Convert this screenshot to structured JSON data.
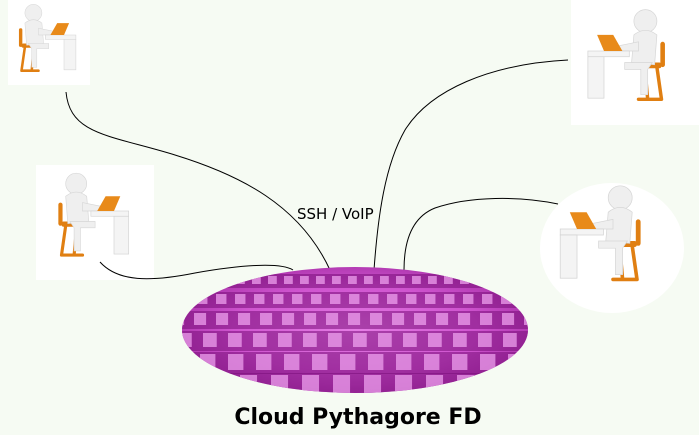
{
  "diagram": {
    "cloud_label": "Cloud Pythagore FD",
    "protocol_label": "SSH / VoIP",
    "colors": {
      "cloud": "#d65cd6",
      "chair": "#e07f12",
      "laptop": "#e88a1a",
      "background": "#f6fbf3"
    },
    "nodes": [
      {
        "id": "user-top-left",
        "icon": "person-at-laptop-icon"
      },
      {
        "id": "user-mid-left",
        "icon": "person-at-laptop-icon"
      },
      {
        "id": "user-top-right",
        "icon": "person-at-laptop-icon"
      },
      {
        "id": "user-mid-right",
        "icon": "person-at-laptop-icon"
      }
    ]
  }
}
